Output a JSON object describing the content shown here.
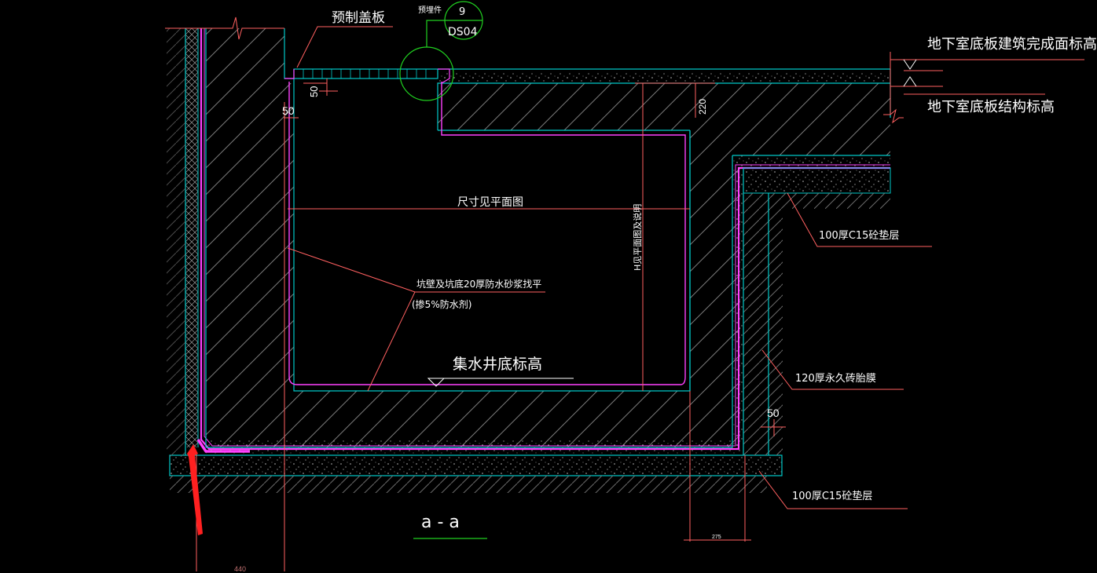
{
  "colors": {
    "background": "#000000",
    "outline": "#00c8c8",
    "waterproof": "#ff40ff",
    "leader": "#ff6060",
    "hatch": "#7a7a7a",
    "text": "#ffffff",
    "green": "#20d020",
    "arrow": "#ff2020",
    "white": "#ffffff"
  },
  "labels": {
    "precast_cover": "预制盖板",
    "embedded_part": "预埋件",
    "detail_number": "9",
    "detail_sheet": "DS04",
    "finish_elevation": "地下室底板建筑完成面标高",
    "structure_elevation": "地下室底板结构标高",
    "dims_see_plan": "尺寸见平面图",
    "depth_note": "H见平面图及说明",
    "wall_plaster_line1": "坑壁及坑底20厚防水砂浆找平",
    "wall_plaster_line2": "(掺5%防水剂)",
    "sump_bottom": "集水井底标高",
    "c15_cushion_upper": "100厚C15砼垫层",
    "protection_layer": "120厚永久砖胎膜",
    "c15_cushion_lower": "100厚C15砼垫层",
    "section_title": "a - a"
  },
  "dimensions": {
    "dim_50_cover": "50",
    "dim_50_wall": "50",
    "dim_220": "220",
    "dim_50_right": "50",
    "dim_275": "275",
    "dim_440": "440"
  }
}
